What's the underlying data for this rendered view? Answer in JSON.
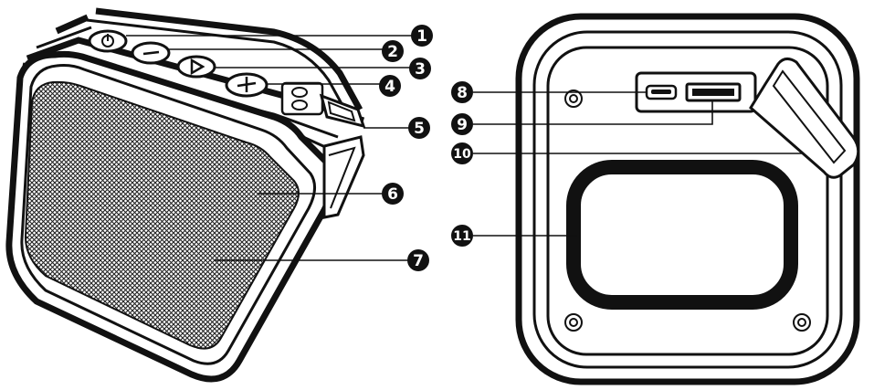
{
  "callouts": [
    {
      "number": "1"
    },
    {
      "number": "2"
    },
    {
      "number": "3"
    },
    {
      "number": "4"
    },
    {
      "number": "5"
    },
    {
      "number": "6"
    },
    {
      "number": "7"
    },
    {
      "number": "8"
    },
    {
      "number": "9"
    },
    {
      "number": "10"
    },
    {
      "number": "11"
    }
  ],
  "colors": {
    "ink": "#111111",
    "paper": "#ffffff",
    "callout_fill": "#111111"
  }
}
